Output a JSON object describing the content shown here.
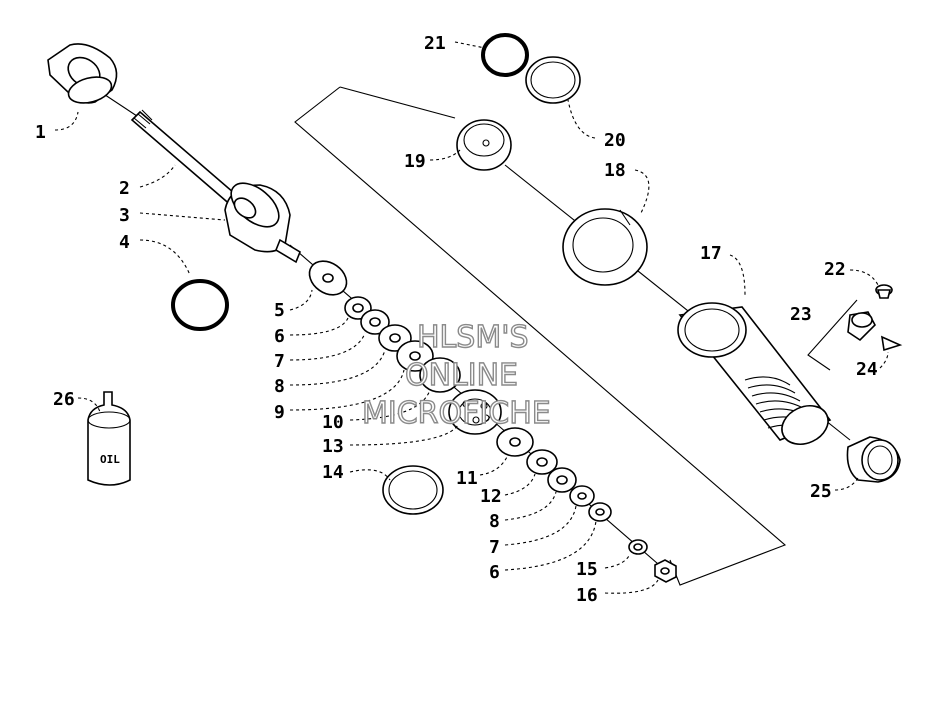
{
  "callouts": {
    "c1": "1",
    "c2": "2",
    "c3": "3",
    "c4": "4",
    "c5": "5",
    "c6a": "6",
    "c6b": "6",
    "c7a": "7",
    "c7b": "7",
    "c8a": "8",
    "c8b": "8",
    "c9": "9",
    "c10": "10",
    "c11": "11",
    "c12": "12",
    "c13": "13",
    "c14": "14",
    "c15": "15",
    "c16": "16",
    "c17": "17",
    "c18": "18",
    "c19": "19",
    "c20": "20",
    "c21": "21",
    "c22": "22",
    "c23": "23",
    "c24": "24",
    "c25": "25",
    "c26": "26"
  },
  "oil_label": "OIL",
  "watermark": {
    "line1": "HLSM'S",
    "line2": "ONLINE",
    "line3": "MICROFICHE"
  }
}
